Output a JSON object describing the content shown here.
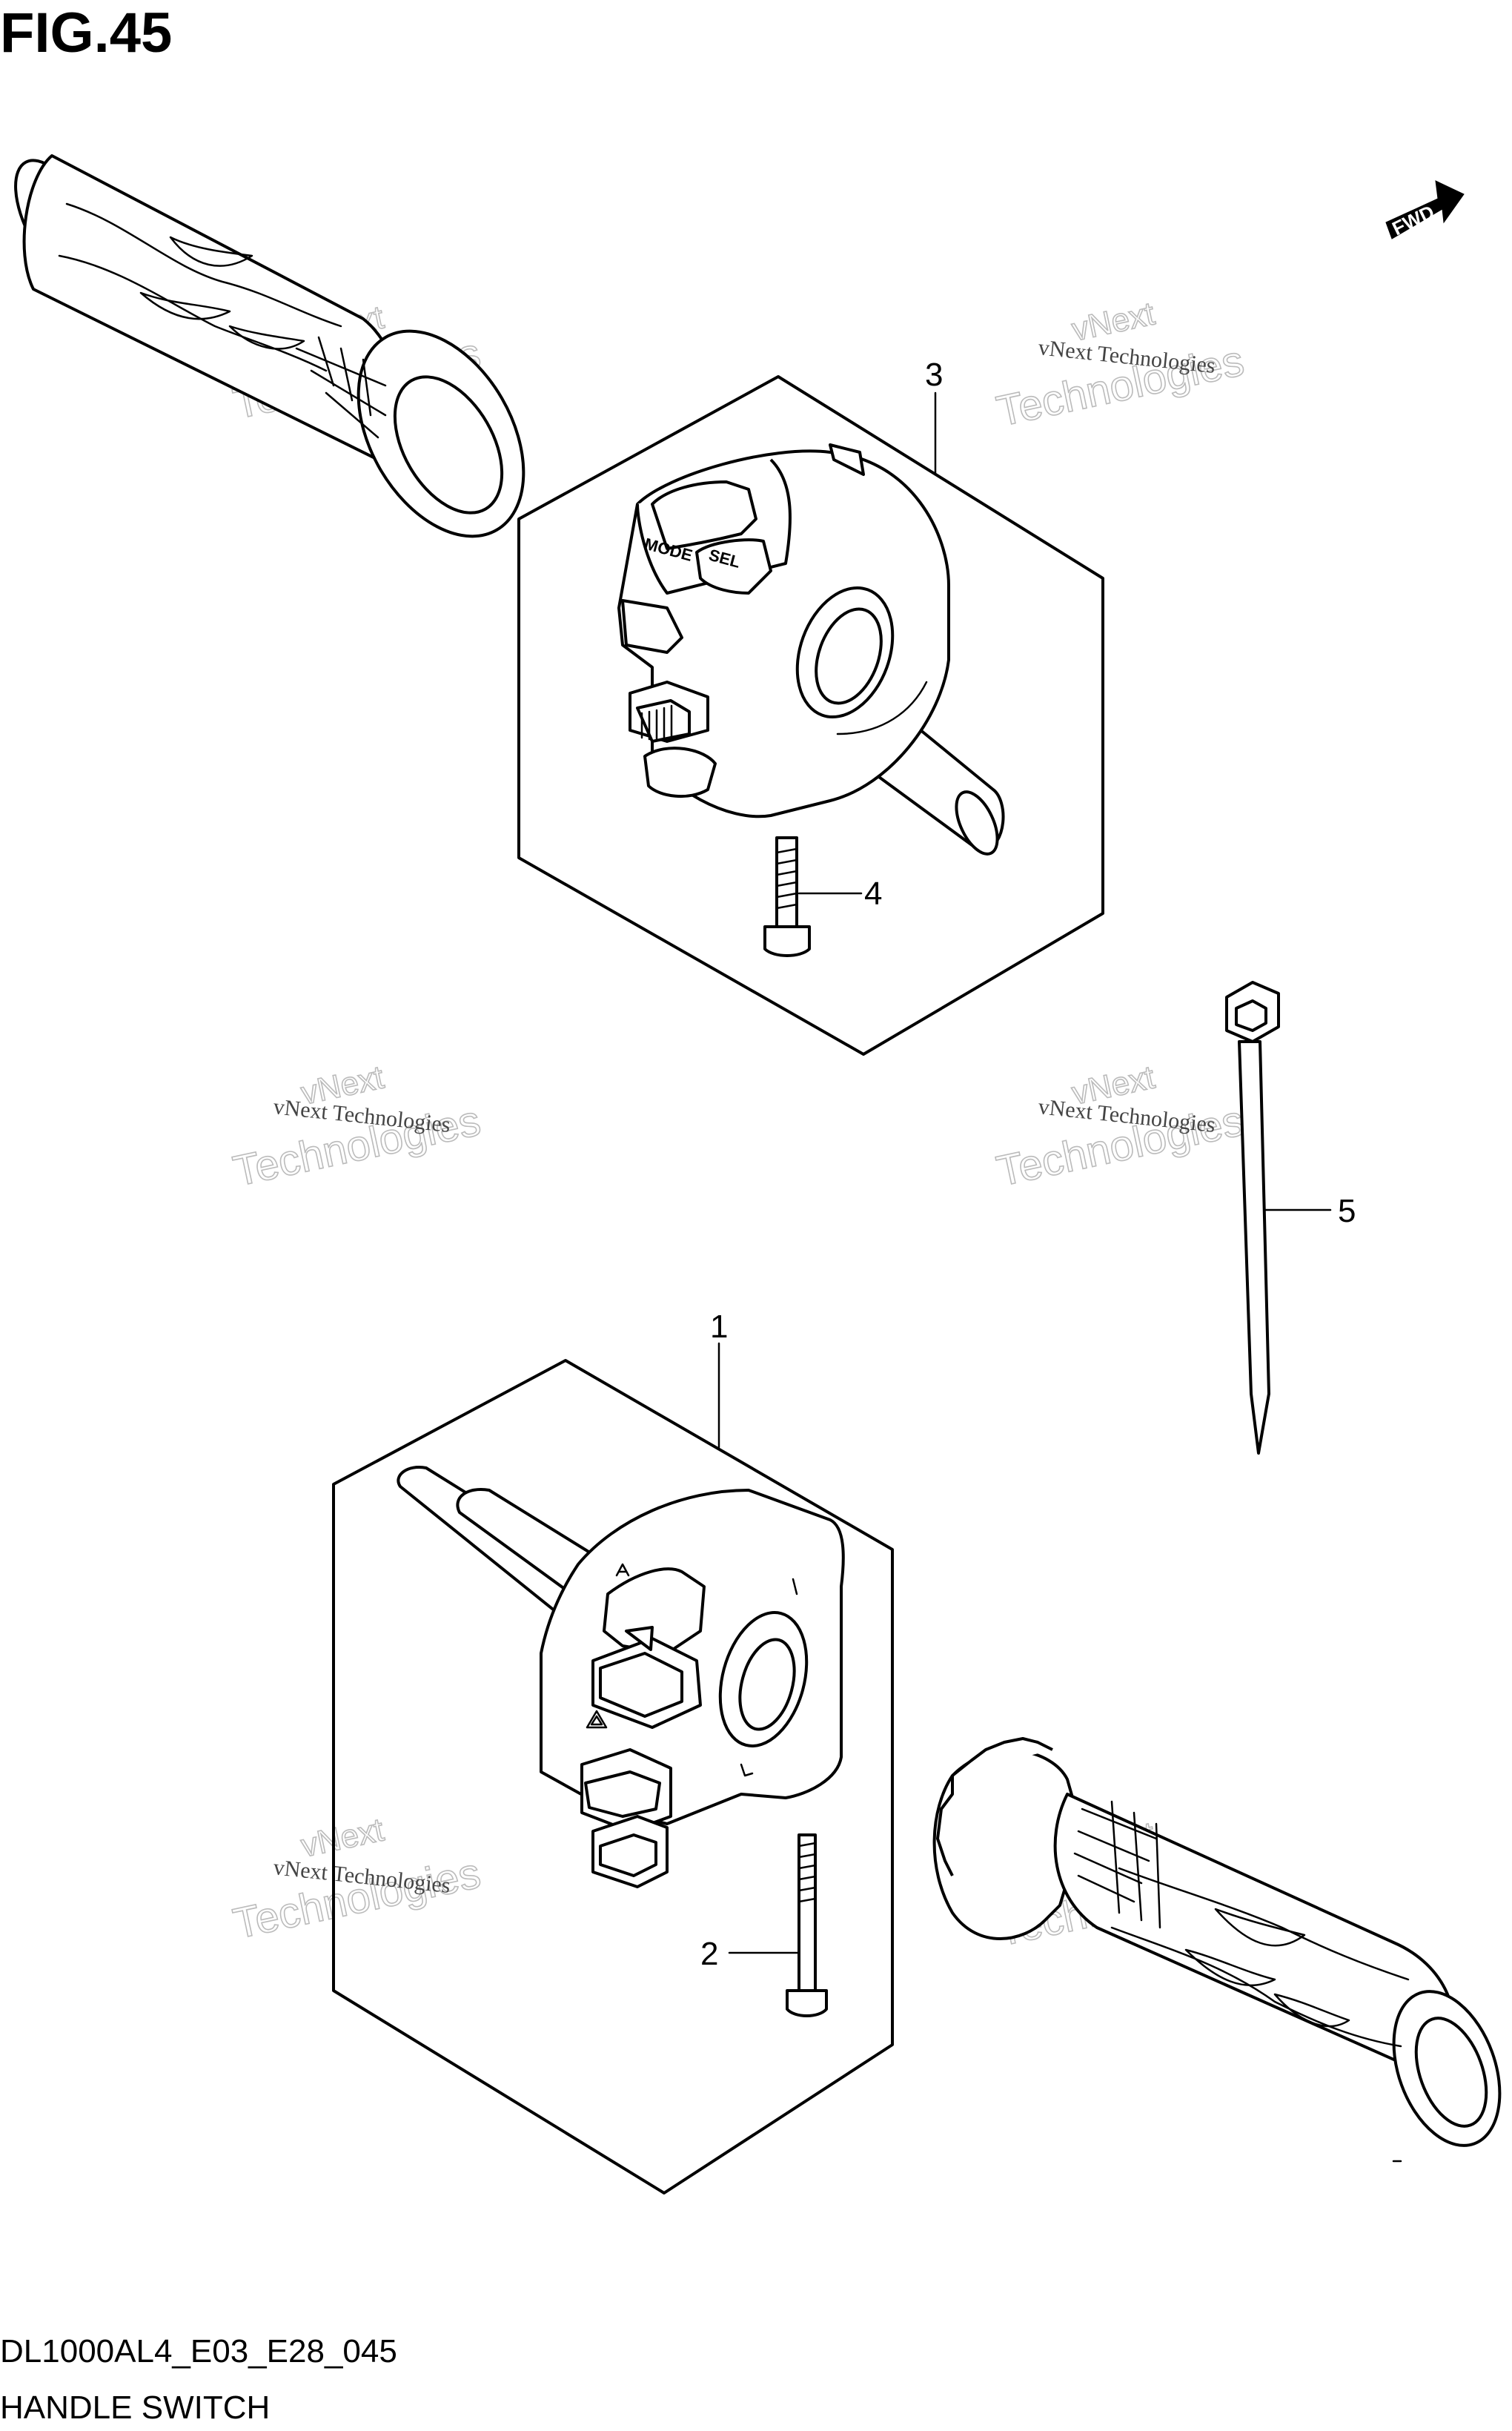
{
  "figure": {
    "title": "FIG.45",
    "direction_label": "FWD",
    "model_code": "DL1000AL4_E03_E28_045",
    "section_name": "HANDLE SWITCH"
  },
  "callouts": [
    {
      "number": "1",
      "part": "left-handle-switch-assembly"
    },
    {
      "number": "2",
      "part": "left-switch-screw"
    },
    {
      "number": "3",
      "part": "right-handle-switch-assembly"
    },
    {
      "number": "4",
      "part": "right-switch-screw"
    },
    {
      "number": "5",
      "part": "cable-tie"
    }
  ],
  "switch_labels": {
    "mode": "MODE",
    "select": "SEL"
  },
  "watermark": {
    "line1": "vNext Technologies",
    "line2": "Technologies",
    "line3": "vNext"
  },
  "icons": [
    "fwd-arrow-icon",
    "hazard-icon",
    "headlight-icon"
  ]
}
